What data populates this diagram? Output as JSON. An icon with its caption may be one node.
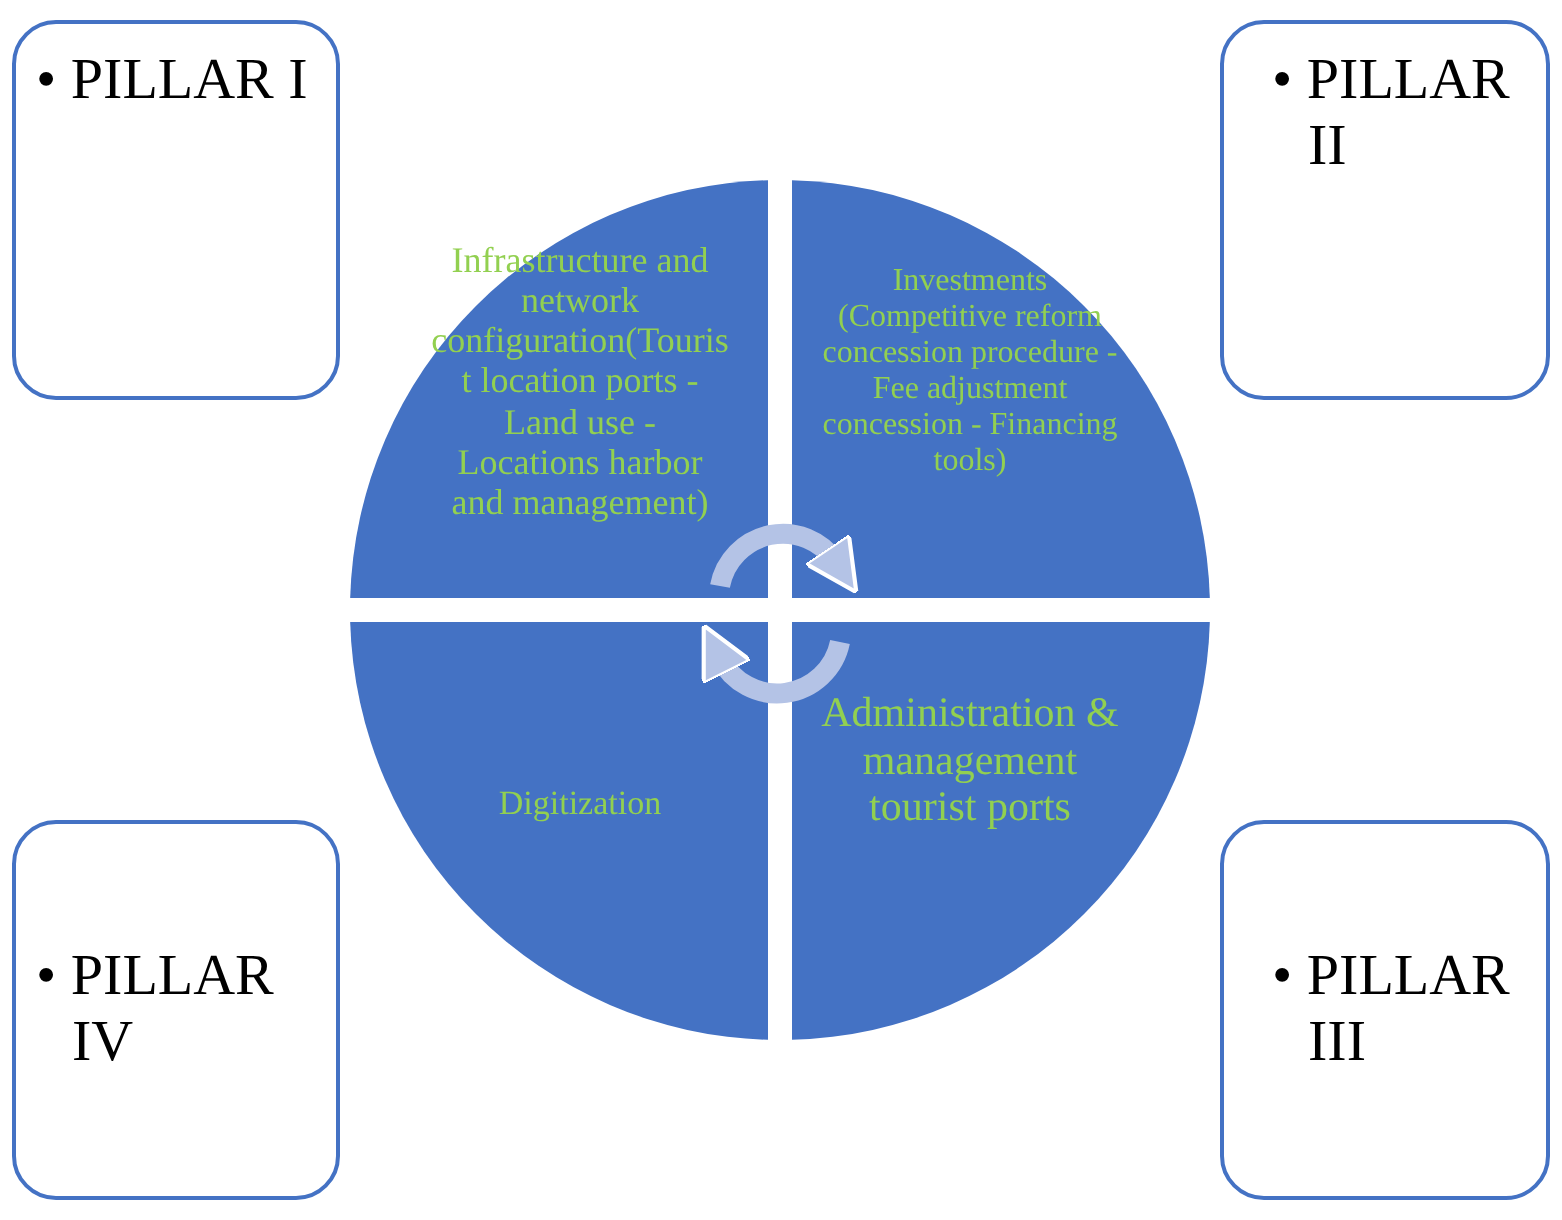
{
  "diagram": {
    "nodes": [
      {
        "text": [
          "• PILLAR I"
        ]
      },
      {
        "text": [
          "• PILLAR II"
        ]
      },
      {
        "text": [
          "Infrastructure and network configuration(Tourist location ports - Land use - Locations harbor and management)"
        ]
      },
      {
        "text": [
          "Investments (Competitive reform concession procedure -Fee adjustment concession - Financing tools)"
        ]
      },
      {
        "text": [
          "Digitization"
        ]
      },
      {
        "text": [
          "Administration & management tourist ports"
        ]
      },
      {
        "text": [
          "• PILLAR IV"
        ]
      },
      {
        "text": [
          "• PILLAR III"
        ]
      }
    ],
    "edges": [
      {
        "from": 2,
        "to": 3,
        "arrow": "to"
      },
      {
        "from": 5,
        "to": 4,
        "arrow": "to"
      }
    ]
  }
}
